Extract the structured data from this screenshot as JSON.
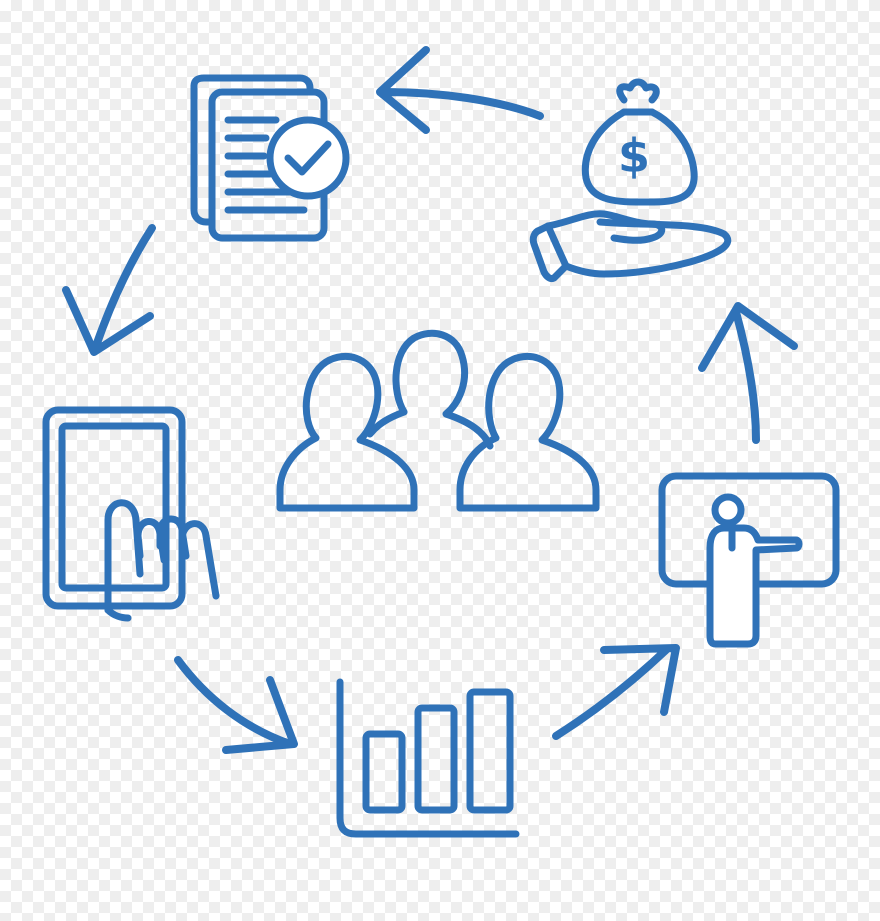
{
  "colors": {
    "icon_stroke": "#2f72b8",
    "background": "#ffffff"
  },
  "center": {
    "icon": "team-people-icon"
  },
  "cycle": [
    {
      "icon": "money-bag-hand-icon",
      "label": "$"
    },
    {
      "icon": "documents-approved-icon"
    },
    {
      "icon": "tablet-touch-icon"
    },
    {
      "icon": "bar-chart-icon"
    },
    {
      "icon": "presentation-board-icon"
    }
  ],
  "arrows": [
    {
      "name": "arrow-money-to-documents",
      "direction": "left"
    },
    {
      "name": "arrow-documents-to-tablet",
      "direction": "down-left"
    },
    {
      "name": "arrow-tablet-to-chart",
      "direction": "down-right"
    },
    {
      "name": "arrow-chart-to-presentation",
      "direction": "up-right"
    },
    {
      "name": "arrow-presentation-to-money",
      "direction": "up"
    }
  ]
}
